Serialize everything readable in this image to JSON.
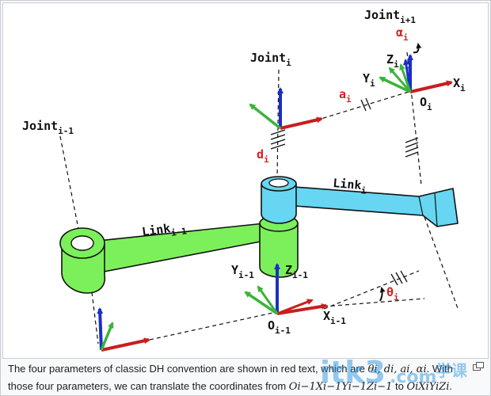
{
  "diagram": {
    "joint_prev": {
      "base": "Joint",
      "sub": "i-1"
    },
    "joint_i": {
      "base": "Joint",
      "sub": "i"
    },
    "joint_next": {
      "base": "Joint",
      "sub": "i+1"
    },
    "link_prev": {
      "base": "Link",
      "sub": "i-1"
    },
    "link_i": {
      "base": "Link",
      "sub": "i"
    },
    "param_alpha": {
      "base": "α",
      "sub": "i"
    },
    "param_a": {
      "base": "a",
      "sub": "i"
    },
    "param_d": {
      "base": "d",
      "sub": "i"
    },
    "param_theta": {
      "base": "θ",
      "sub": "i"
    },
    "frame_i": {
      "x": {
        "base": "X",
        "sub": "i"
      },
      "y": {
        "base": "Y",
        "sub": "i"
      },
      "z": {
        "base": "Z",
        "sub": "i"
      },
      "o": {
        "base": "O",
        "sub": "i"
      }
    },
    "frame_prev": {
      "x": {
        "base": "X",
        "sub": "i-1"
      },
      "y": {
        "base": "Y",
        "sub": "i-1"
      },
      "z": {
        "base": "Z",
        "sub": "i-1"
      },
      "o": {
        "base": "O",
        "sub": "i-1"
      }
    },
    "colors": {
      "param": "#d42020",
      "z_axis": "#1a2fc9",
      "x_axis": "#c81e1e",
      "y_axis": "#3bb33b",
      "link_prev": "#7cf05a",
      "link_i": "#66d6f2"
    }
  },
  "caption": {
    "line1_start": "The four parameters of classic DH convention are shown in red text, which are ",
    "params_math": "θi, di, ai, αi",
    "line1_end": ". With",
    "line2_start": "those four parameters, we can translate the coordinates from ",
    "from_math": "Oi−1Xi−1Yi−1Zi−1",
    "line2_mid": " to ",
    "to_math": "OiXiYiZi",
    "line2_end": "."
  },
  "icons": {
    "enlarge": "enlarge-icon"
  },
  "watermark": {
    "text": "itk3",
    "suffix": ".com",
    "chinese": "学课"
  }
}
